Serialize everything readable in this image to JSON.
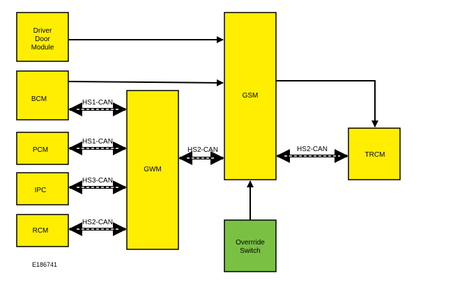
{
  "colors": {
    "module_fill": "#ffee00",
    "switch_fill": "#7ac143",
    "stroke": "#000000",
    "dash": "#ffffff"
  },
  "modules": {
    "ddm": [
      "Driver",
      "Door",
      "Module"
    ],
    "bcm": "BCM",
    "pcm": "PCM",
    "ipc": "IPC",
    "rcm": "RCM",
    "gwm": "GWM",
    "gsm": "GSM",
    "trcm": "TRCM",
    "switch": [
      "Overrride",
      "Switch"
    ]
  },
  "connections": {
    "bcm_gwm": "HS1-CAN",
    "pcm_gwm": "HS1-CAN",
    "ipc_gwm": "HS3-CAN",
    "rcm_gwm": "HS2-CAN",
    "gwm_gsm": "HS2-CAN",
    "gsm_trcm": "HS2-CAN"
  },
  "reference": "E186741"
}
